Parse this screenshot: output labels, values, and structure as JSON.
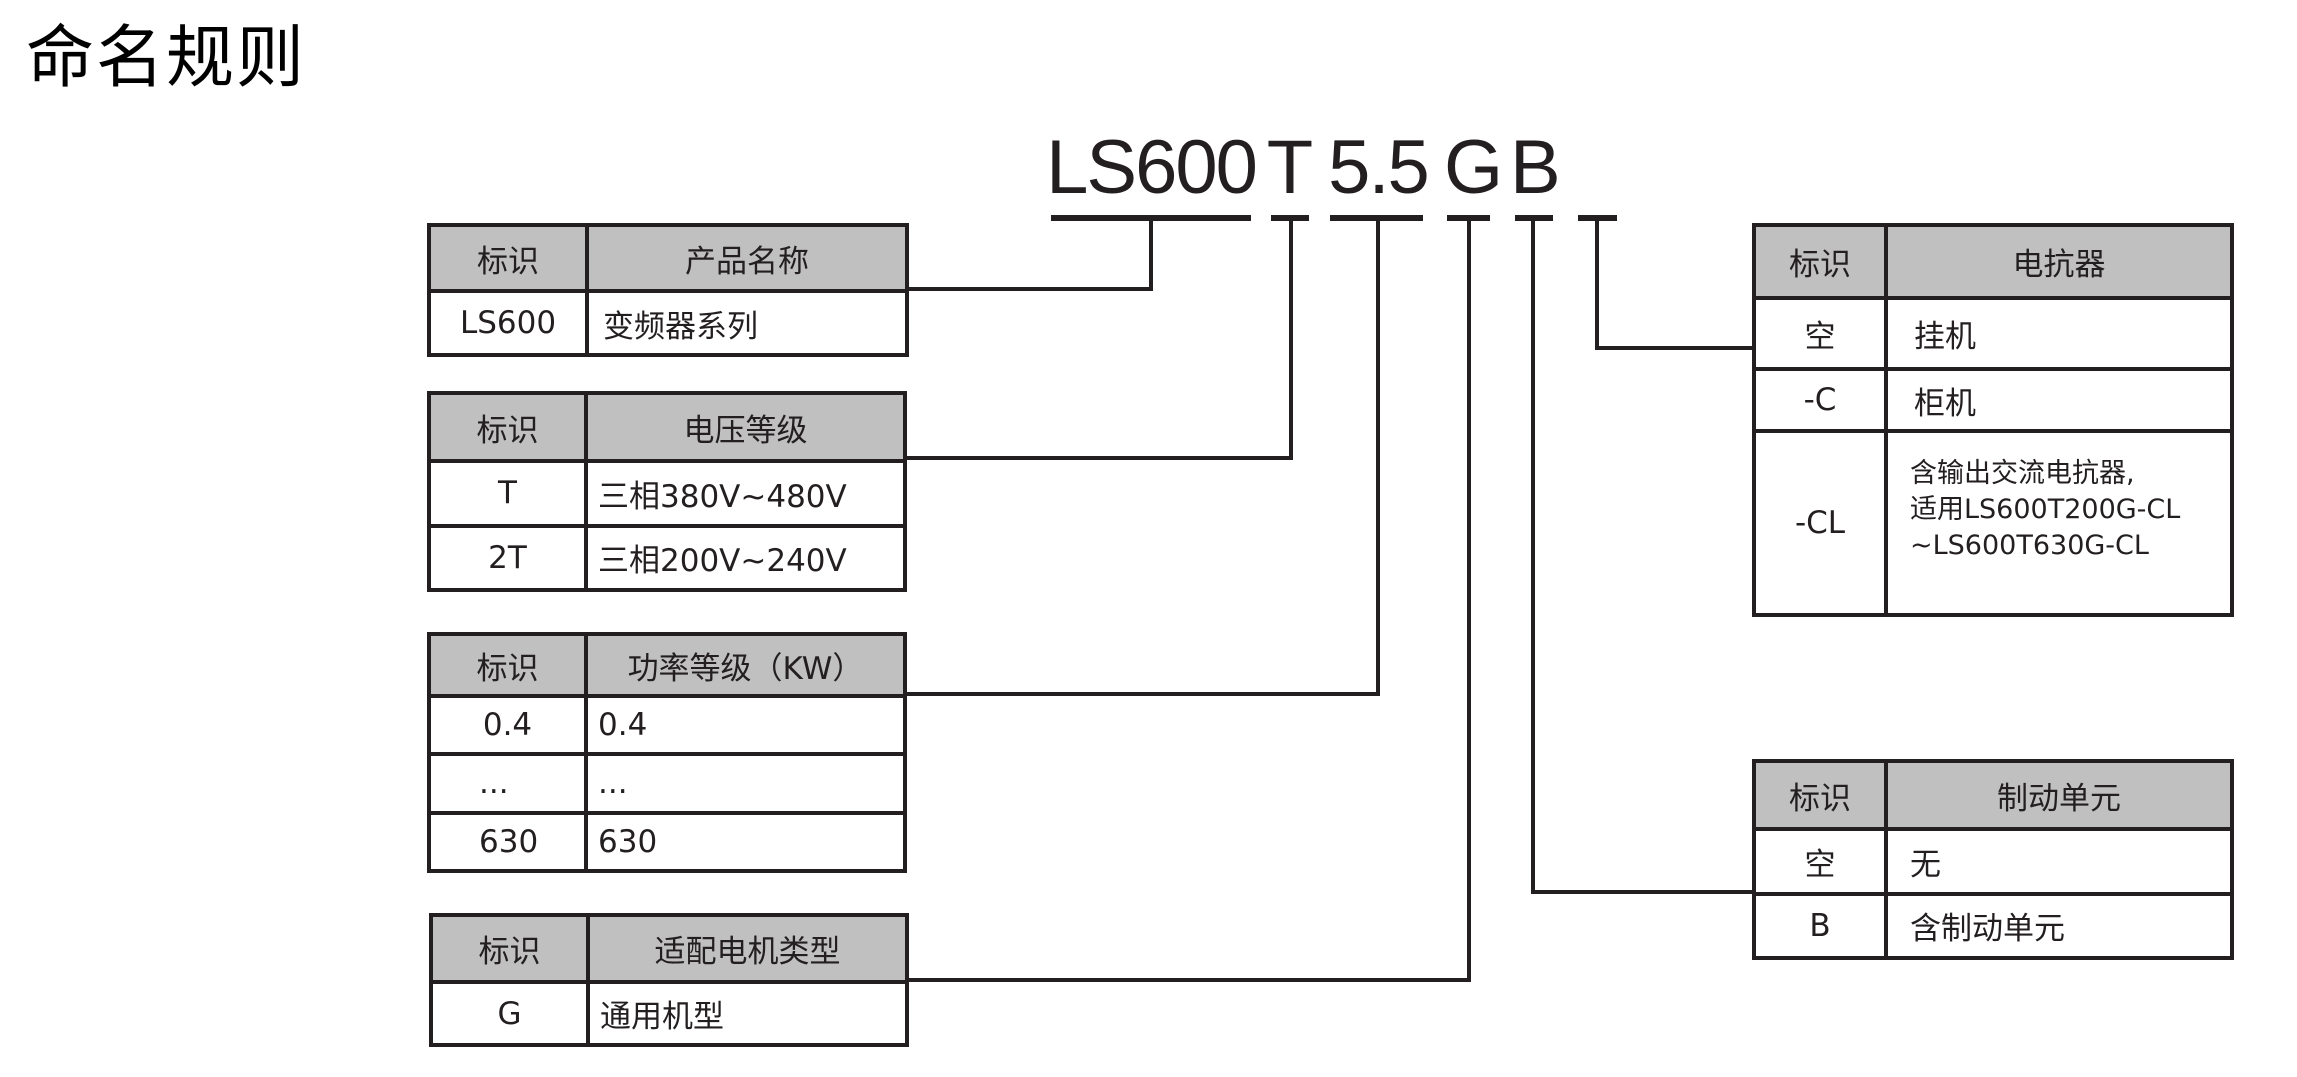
{
  "title": "命名规则",
  "model_code": {
    "full": "LS600T5.5GB",
    "segments": [
      {
        "id": "series",
        "text": "LS600"
      },
      {
        "id": "voltage",
        "text": "T"
      },
      {
        "id": "power",
        "text": "5.5"
      },
      {
        "id": "motor",
        "text": "G"
      },
      {
        "id": "brake",
        "text": "B"
      },
      {
        "id": "reactor",
        "text": ""
      }
    ]
  },
  "colors": {
    "line": "#231f20",
    "header_bg": "#c0c0c0"
  },
  "tables": {
    "series": {
      "header": [
        "标识",
        "产品名称"
      ],
      "rows": [
        [
          "LS600",
          "变频器系列"
        ]
      ]
    },
    "voltage": {
      "header": [
        "标识",
        "电压等级"
      ],
      "rows": [
        [
          "T",
          "三相380V~480V"
        ],
        [
          "2T",
          "三相200V~240V"
        ]
      ]
    },
    "power": {
      "header": [
        "标识",
        "功率等级（KW）"
      ],
      "rows": [
        [
          "0.4",
          "0.4"
        ],
        [
          "...",
          "..."
        ],
        [
          "630",
          "630"
        ]
      ]
    },
    "motor": {
      "header": [
        "标识",
        "适配电机类型"
      ],
      "rows": [
        [
          "G",
          "通用机型"
        ]
      ]
    },
    "reactor": {
      "header": [
        "标识",
        "电抗器"
      ],
      "rows": [
        [
          "空",
          "挂机"
        ],
        [
          "-C",
          "柜机"
        ],
        [
          "-CL",
          "含输出交流电抗器,",
          "适用LS600T200G-CL",
          "~LS600T630G-CL"
        ]
      ]
    },
    "brake": {
      "header": [
        "标识",
        "制动单元"
      ],
      "rows": [
        [
          "空",
          "无"
        ],
        [
          "B",
          "含制动单元"
        ]
      ]
    }
  }
}
